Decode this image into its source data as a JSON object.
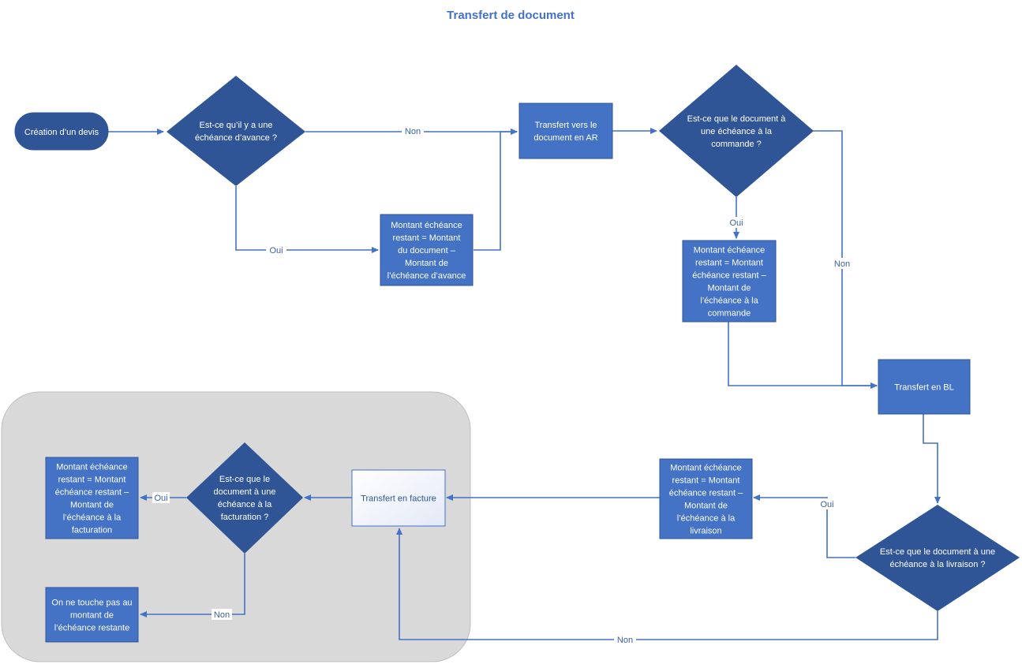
{
  "title": "Transfert de document",
  "colors": {
    "shape_fill": "#4472C4",
    "shape_stroke": "#2F5597",
    "diamond_fill": "#3E67B1",
    "group_fill": "#D9D9D9",
    "group_stroke": "#BFBFBF",
    "line": "#4472C4"
  },
  "nodes": {
    "start": {
      "lines": [
        "Création d’un devis"
      ]
    },
    "q_avance": {
      "lines": [
        "Est-ce qu’il y a une",
        "échéance d’avance ?"
      ]
    },
    "calc_avance": {
      "lines": [
        "Montant échéance",
        "restant = Montant",
        "du document –",
        "Montant de",
        "l’échéance d’avance"
      ]
    },
    "transfer_ar": {
      "lines": [
        "Transfert vers le",
        "document en AR"
      ]
    },
    "q_commande": {
      "lines": [
        "Est-ce que le document à",
        "une échéance à la",
        "commande ?"
      ]
    },
    "calc_commande": {
      "lines": [
        "Montant échéance",
        "restant = Montant",
        "échéance restant –",
        "Montant de",
        "l’échéance à la",
        "commande"
      ]
    },
    "transfer_bl": {
      "lines": [
        "Transfert en BL"
      ]
    },
    "q_livraison": {
      "lines": [
        "Est-ce que le document à une",
        "échéance à la livraison ?"
      ]
    },
    "calc_livraison": {
      "lines": [
        "Montant échéance",
        "restant = Montant",
        "échéance restant  –",
        "Montant de",
        "l’échéance à la",
        "livraison"
      ]
    },
    "transfer_facture": {
      "lines": [
        "Transfert en facture"
      ]
    },
    "q_facturation": {
      "lines": [
        "Est-ce que le",
        "document à une",
        "échéance à la",
        "facturation ?"
      ]
    },
    "calc_facturation": {
      "lines": [
        "Montant échéance",
        "restant = Montant",
        "échéance restant  –",
        "Montant de",
        "l’échéance à la",
        "facturation"
      ]
    },
    "no_touch": {
      "lines": [
        "On ne touche pas au",
        "montant de",
        "l’échéance restante"
      ]
    }
  },
  "edge_labels": {
    "avance_non": "Non",
    "avance_oui": "Oui",
    "commande_oui": "Oui",
    "commande_non": "Non",
    "livraison_oui": "Oui",
    "livraison_non": "Non",
    "facturation_oui": "Oui",
    "facturation_non": "Non"
  }
}
